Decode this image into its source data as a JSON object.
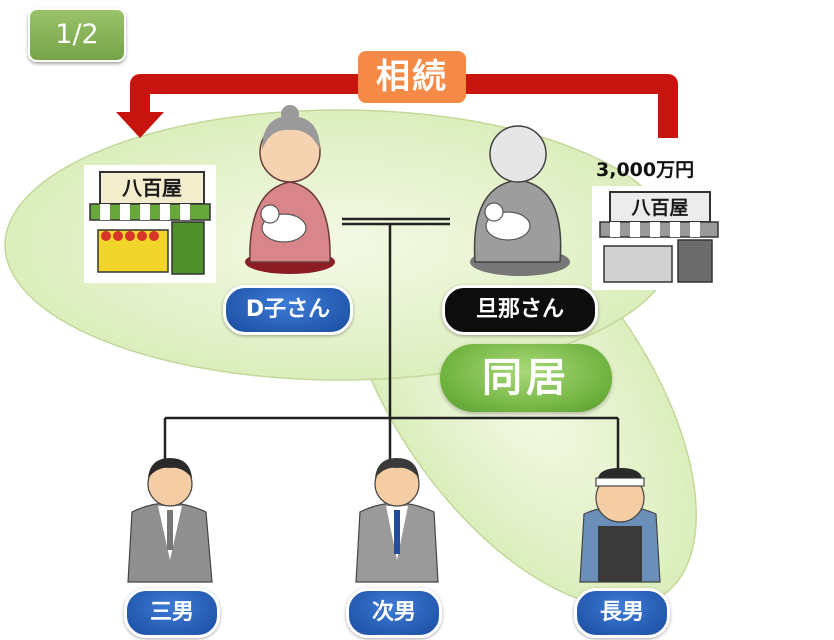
{
  "page_indicator": "1/2",
  "inheritance_label": "相続",
  "estate_amount": "3,000万円",
  "shop_sign": "八百屋",
  "cohabitation_label": "同居",
  "people": {
    "mother": "D子さん",
    "husband": "旦那さん",
    "third_son": "三男",
    "second_son": "次男",
    "eldest_son": "長男"
  },
  "colors": {
    "arrow_red": "#c8140e",
    "inheritance_orange": "#f48a45",
    "ellipse_green": "#e3f1c8",
    "pill_blue": "#1f57b0",
    "pill_black": "#0d0d0d",
    "badge_green": "#86b257"
  }
}
